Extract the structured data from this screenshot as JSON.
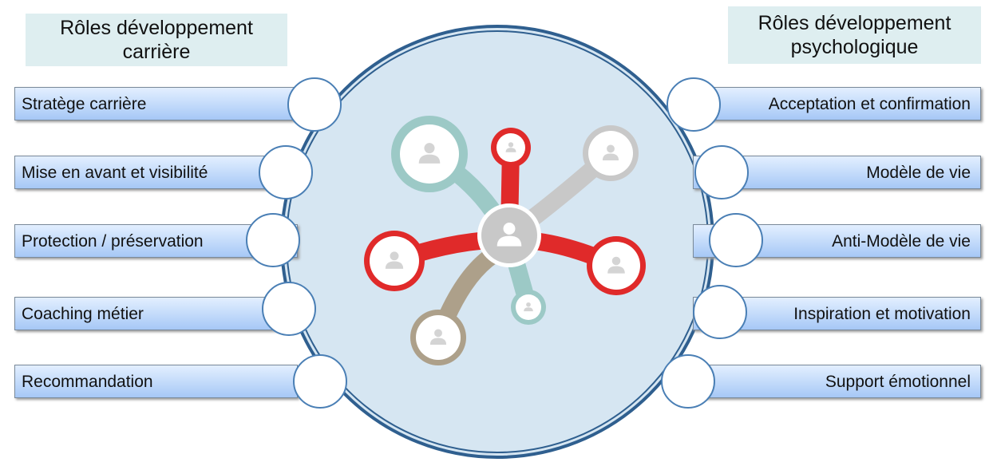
{
  "left_header": "Rôles développement carrière",
  "right_header": "Rôles développement psychologique",
  "left_items": [
    "Stratège carrière",
    "Mise en avant et visibilité",
    "Protection / préservation",
    "Coaching métier",
    "Recommandation"
  ],
  "right_items": [
    "Acceptation et confirmation",
    "Modèle de vie",
    "Anti-Modèle de vie",
    "Inspiration et motivation",
    "Support émotionnel"
  ],
  "colors": {
    "ring": "#2f5f8f",
    "fill": "#d6e6f2",
    "red": "#e02a2a",
    "teal": "#9cc9c6",
    "gray": "#c8c8c8",
    "tan": "#ada08a"
  }
}
